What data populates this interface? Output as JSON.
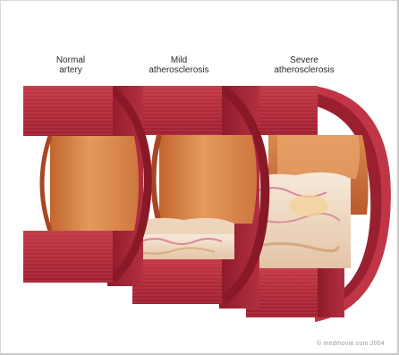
{
  "labels": {
    "normal": "Normal\nartery",
    "mild": "Mild\natherosclerosis",
    "severe": "Severe\natherosclerosis"
  },
  "credit": "© medmovie.com 2004",
  "colors": {
    "background": "#ffffff",
    "arterial_wall": "#b62c3a",
    "wall_dark": "#7d1524",
    "lumen": "#d9864a",
    "plaque": "#f0dcc6",
    "label_text": "#2a2a2a"
  }
}
